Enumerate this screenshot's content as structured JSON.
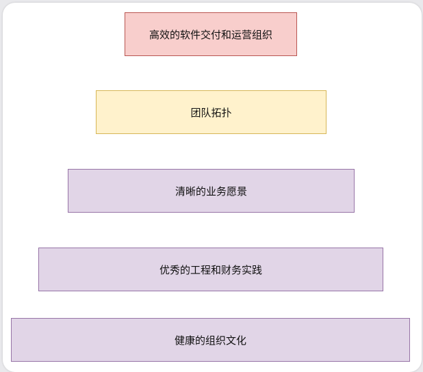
{
  "diagram": {
    "tiers": [
      {
        "label": "高效的软件交付和运营组织",
        "fill": "#f8cecc",
        "stroke": "#b85450"
      },
      {
        "label": "团队拓扑",
        "fill": "#fff2cc",
        "stroke": "#d6b656"
      },
      {
        "label": "清晰的业务愿景",
        "fill": "#e1d5e7",
        "stroke": "#9673a6"
      },
      {
        "label": "优秀的工程和财务实践",
        "fill": "#e1d5e7",
        "stroke": "#9673a6"
      },
      {
        "label": "健康的组织文化",
        "fill": "#e1d5e7",
        "stroke": "#9673a6"
      }
    ]
  }
}
